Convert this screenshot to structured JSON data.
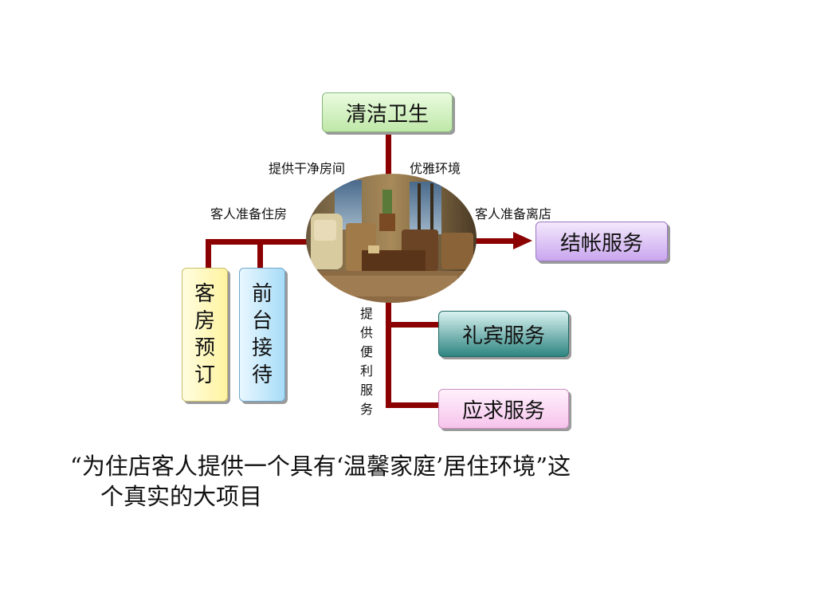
{
  "diagram": {
    "top_box": "清洁卫生",
    "right_box": "结帐服务",
    "left_box_1": "客房预订",
    "left_box_2": "前台接待",
    "bottom_box_1": "礼宾服务",
    "bottom_box_2": "应求服务",
    "label_clean_rooms": "提供干净房间",
    "label_elegant_env": "优雅环境",
    "label_prepare_room": "客人准备住房",
    "label_prepare_leave": "客人准备离店",
    "label_convenience": "提供便利服务",
    "caption_line1": "“为住店客人提供一个具有‘温馨家庭’居住环境”这",
    "caption_line2": "个真实的大项目"
  },
  "colors": {
    "connector": "#8b0000",
    "top_box": "#d6f5c8",
    "right_box": "#dcc3f3",
    "left_box_1": "#fff9b0",
    "left_box_2": "#bfe6fb",
    "bottom_box_1": "#2f8a86",
    "bottom_box_2": "#fbd7f4"
  }
}
